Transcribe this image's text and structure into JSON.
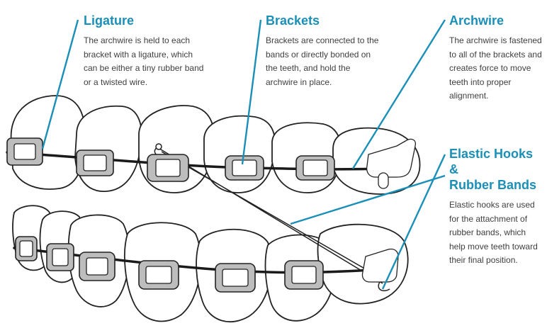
{
  "accent_color": "#1a8fb8",
  "heading_color": "#1a8fb8",
  "labels": {
    "ligature": {
      "title": "Ligature",
      "description": "The archwire is held to each bracket with a ligature, which can be either a tiny rubber band or a twisted wire."
    },
    "brackets": {
      "title": "Brackets",
      "description": "Brackets are connected to the bands or directly bonded on the teeth, and hold the archwire in place."
    },
    "archwire": {
      "title": "Archwire",
      "description": "The archwire is fastened to all of the brackets and creates force to move teeth into proper alignment."
    },
    "elastic": {
      "title_line1": "Elastic Hooks &",
      "title_line2": "Rubber Bands",
      "description": "Elastic hooks are used for the attachment of rubber bands, which help move teeth toward their final position."
    }
  }
}
